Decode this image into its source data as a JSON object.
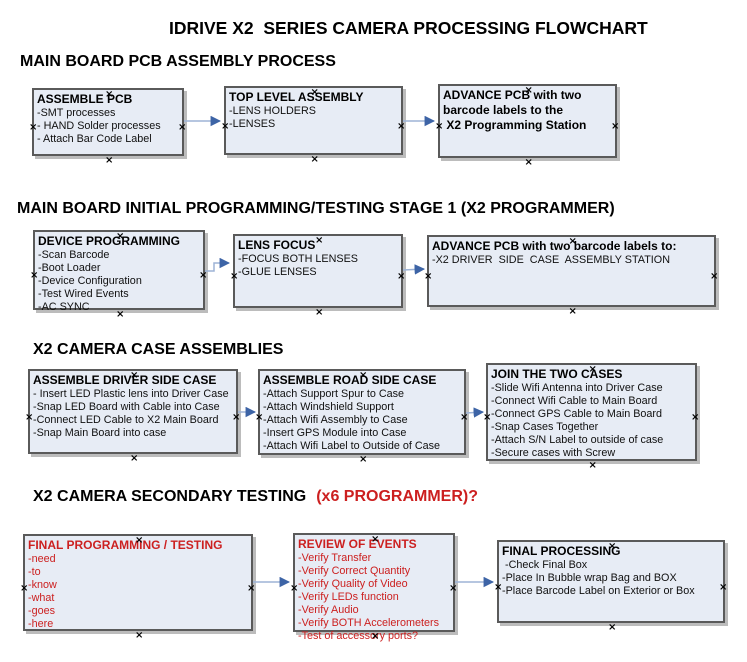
{
  "title": "IDRIVE X2  SERIES CAMERA PROCESSING FLOWCHART",
  "colors": {
    "box_fill": "#e7ecf5",
    "box_border": "#5a5a5a",
    "connector_line": "#9db3d6",
    "connector_arrow": "#3d64a6",
    "red_text": "#cc2020"
  },
  "sections": {
    "s1": {
      "heading": "MAIN BOARD PCB ASSEMBLY PROCESS"
    },
    "s2": {
      "heading": "MAIN BOARD INITIAL PROGRAMMING/TESTING STAGE 1 (X2 PROGRAMMER)"
    },
    "s3": {
      "heading": "X2 CAMERA CASE ASSEMBLIES"
    },
    "s4": {
      "heading_black": "X2 CAMERA SECONDARY TESTING",
      "heading_red": "(x6 PROGRAMMER)?"
    }
  },
  "boxes": {
    "assemble_pcb": {
      "title": "ASSEMBLE PCB",
      "lines": [
        "-SMT processes",
        "- HAND Solder processes",
        "- Attach Bar Code Label"
      ]
    },
    "top_level_assembly": {
      "title": "TOP LEVEL ASSEMBLY",
      "lines": [
        "-LENS HOLDERS",
        "-LENSES"
      ]
    },
    "advance_pcb_row1": {
      "title_lines": [
        "ADVANCE PCB with two",
        "barcode labels to the",
        " X2 Programming Station"
      ]
    },
    "device_programming": {
      "title": "DEVICE PROGRAMMING",
      "lines": [
        "-Scan Barcode",
        "-Boot Loader",
        "-Device Configuration",
        "-Test Wired Events",
        "-AC SYNC"
      ]
    },
    "lens_focus": {
      "title": "LENS FOCUS",
      "lines": [
        "-FOCUS BOTH LENSES",
        "-GLUE LENSES"
      ]
    },
    "advance_pcb_row2": {
      "title": "ADVANCE PCB with two barcode labels to:",
      "lines": [
        "-X2 DRIVER  SIDE  CASE  ASSEMBLY STATION"
      ]
    },
    "driver_side_case": {
      "title": "ASSEMBLE DRIVER SIDE CASE",
      "lines": [
        "- Insert LED Plastic lens into Driver Case",
        "-Snap LED Board with Cable into Case",
        "-Connect LED Cable to X2 Main Board",
        "-Snap Main Board into case"
      ]
    },
    "road_side_case": {
      "title": "ASSEMBLE ROAD SIDE CASE",
      "lines": [
        "-Attach Support Spur to Case",
        "-Attach Windshield Support",
        "-Attach Wifi Assembly to Case",
        "-Insert GPS Module into Case",
        "-Attach Wifi Label to Outside of Case"
      ]
    },
    "join_two_cases": {
      "title": "JOIN THE TWO CASES",
      "lines": [
        "-Slide Wifi Antenna into Driver Case",
        "-Connect Wifi Cable to Main Board",
        "-Connect GPS Cable to Main Board",
        "-Snap Cases Together",
        "-Attach S/N Label to outside of case",
        "-Secure cases with Screw"
      ]
    },
    "final_programming": {
      "title": "FINAL PROGRAMMING / TESTING",
      "lines": [
        "-need",
        "-to",
        "-know",
        "-what",
        "-goes",
        "-here"
      ]
    },
    "review_of_events": {
      "title": "REVIEW OF EVENTS",
      "lines": [
        "-Verify Transfer",
        "-Verify Correct Quantity",
        "-Verify Quality of Video",
        "-Verify LEDs function",
        "-Verify Audio",
        "-Verify BOTH Accelerometers",
        "-Test of accessory ports?"
      ]
    },
    "final_processing": {
      "title": "FINAL PROCESSING",
      "lines": [
        " -Check Final Box",
        "-Place In Bubble wrap Bag and BOX",
        "-Place Barcode Label on Exterior or Box"
      ]
    }
  }
}
